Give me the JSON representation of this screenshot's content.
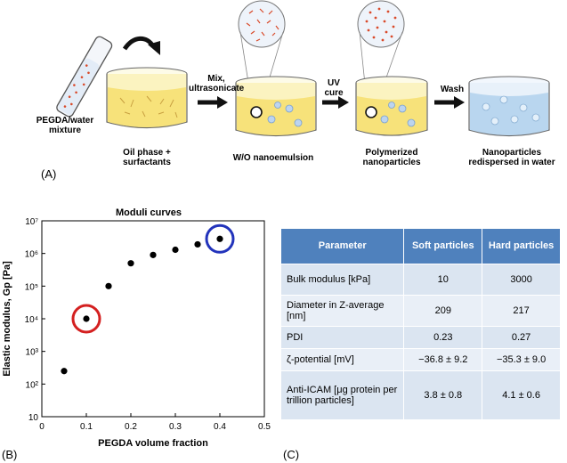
{
  "panel_a": {
    "tag": "(A)",
    "label_pegda": "PEGDA/water mixture",
    "label_oil": "Oil phase + surfactants",
    "label_mix": "Mix, ultrasonicate",
    "label_wo": "W/O nanoemulsion",
    "label_uv": "UV cure",
    "label_poly": "Polymerized nanoparticles",
    "label_wash": "Wash",
    "label_redispersed": "Nanoparticles redispersed in water"
  },
  "panel_b": {
    "tag": "(B)"
  },
  "panel_c": {
    "tag": "(C)",
    "headers": [
      "Parameter",
      "Soft particles",
      "Hard particles"
    ],
    "rows": [
      {
        "param": "Bulk modulus [kPa]",
        "soft": "10",
        "hard": "3000"
      },
      {
        "param": "Diameter in Z-average [nm]",
        "soft": "209",
        "hard": "217"
      },
      {
        "param": "PDI",
        "soft": "0.23",
        "hard": "0.27"
      },
      {
        "param": "ζ-potential [mV]",
        "soft": "−36.8 ± 9.2",
        "hard": "−35.3 ± 9.0"
      },
      {
        "param": "Anti-ICAM [μg protein per trillion particles]",
        "soft": "3.8 ± 0.8",
        "hard": "4.1 ± 0.6"
      }
    ],
    "header_color": "#4f81bd",
    "cell_color": "#dbe5f1"
  },
  "chart_data": {
    "type": "scatter",
    "title": "Moduli curves",
    "xlabel": "PEGDA volume fraction",
    "ylabel": "Elastic modulus, Gp [Pa]",
    "xlim": [
      0,
      0.5
    ],
    "ylim_log10": [
      1,
      7
    ],
    "yscale": "log",
    "x_ticks": [
      "0",
      "0.1",
      "0.2",
      "0.3",
      "0.4",
      "0.5"
    ],
    "y_ticks": [
      "10",
      "10²",
      "10³",
      "10⁴",
      "10⁵",
      "10⁶",
      "10⁷"
    ],
    "points": [
      {
        "x": 0.05,
        "y": 250
      },
      {
        "x": 0.1,
        "y": 10000
      },
      {
        "x": 0.15,
        "y": 100000
      },
      {
        "x": 0.2,
        "y": 500000
      },
      {
        "x": 0.25,
        "y": 900000
      },
      {
        "x": 0.3,
        "y": 1300000
      },
      {
        "x": 0.35,
        "y": 1900000
      },
      {
        "x": 0.4,
        "y": 2800000
      }
    ],
    "highlights": [
      {
        "x": 0.1,
        "y": 10000,
        "color": "#d42020"
      },
      {
        "x": 0.4,
        "y": 2800000,
        "color": "#2233bb"
      }
    ],
    "grid": false
  }
}
